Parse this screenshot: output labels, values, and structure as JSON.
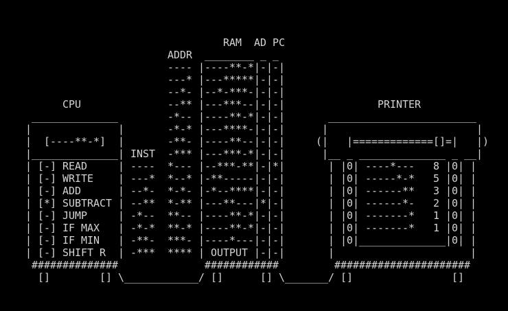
{
  "labels": {
    "ram": "RAM",
    "ad": "AD",
    "pc": "PC",
    "addr": "ADDR",
    "inst": "INST",
    "cpu": "CPU",
    "printer": "PRINTER",
    "output": "OUTPUT"
  },
  "cpu": {
    "register": "[----**-*]",
    "instructions": [
      {
        "flag": "[-]",
        "name": "READ",
        "code": "----"
      },
      {
        "flag": "[-]",
        "name": "WRITE",
        "code": "---*"
      },
      {
        "flag": "[-]",
        "name": "ADD",
        "code": "--*-"
      },
      {
        "flag": "[*]",
        "name": "SUBTRACT",
        "code": "--**"
      },
      {
        "flag": "[-]",
        "name": "JUMP",
        "code": "-*--"
      },
      {
        "flag": "[-]",
        "name": "IF MAX",
        "code": "-*-*"
      },
      {
        "flag": "[-]",
        "name": "IF MIN",
        "code": "-**-"
      },
      {
        "flag": "[-]",
        "name": "SHIFT R",
        "code": "-***"
      }
    ]
  },
  "memory": {
    "rows": [
      {
        "addr": "----",
        "ram": "----**-*",
        "ad": "-",
        "pc": "-"
      },
      {
        "addr": "---*",
        "ram": "---*****",
        "ad": "-",
        "pc": "-"
      },
      {
        "addr": "--*-",
        "ram": "--*-***-",
        "ad": "-",
        "pc": "-"
      },
      {
        "addr": "--**",
        "ram": "---***--",
        "ad": "-",
        "pc": "-"
      },
      {
        "addr": "-*--",
        "ram": "----**-*",
        "ad": "-",
        "pc": "-"
      },
      {
        "addr": "-*-*",
        "ram": "---****-",
        "ad": "-",
        "pc": "-"
      },
      {
        "addr": "-**-",
        "ram": "----**--",
        "ad": "-",
        "pc": "-"
      },
      {
        "addr": "-***",
        "ram": "---***-*",
        "ad": "-",
        "pc": "-"
      },
      {
        "addr": "*---",
        "ram": "--***-**",
        "ad": "-",
        "pc": "*"
      },
      {
        "addr": "*--*",
        "ram": "-**-----",
        "ad": "-",
        "pc": "-"
      },
      {
        "addr": "*-*-",
        "ram": "-*--****",
        "ad": "-",
        "pc": "-"
      },
      {
        "addr": "*-**",
        "ram": "---**---",
        "ad": "*",
        "pc": "-"
      },
      {
        "addr": "**--",
        "ram": "----**-*",
        "ad": "-",
        "pc": "-"
      },
      {
        "addr": "**-*",
        "ram": "----**-*",
        "ad": "-",
        "pc": "-"
      },
      {
        "addr": "***-",
        "ram": "----*---",
        "ad": "-",
        "pc": "-"
      },
      {
        "addr": "****",
        "ram": null,
        "ad": "-",
        "pc": "-"
      }
    ]
  },
  "printer": {
    "paper": "=============[]=",
    "rows": [
      {
        "left": "0",
        "bits": "----*---",
        "value": "8",
        "right": "0"
      },
      {
        "left": "0",
        "bits": "-----*-*",
        "value": "5",
        "right": "0"
      },
      {
        "left": "0",
        "bits": "------**",
        "value": "3",
        "right": "0"
      },
      {
        "left": "0",
        "bits": "------*-",
        "value": "2",
        "right": "0"
      },
      {
        "left": "0",
        "bits": "-------*",
        "value": "1",
        "right": "0"
      },
      {
        "left": "0",
        "bits": "-------*",
        "value": "1",
        "right": "0"
      },
      {
        "left": "0",
        "right": "0"
      }
    ]
  },
  "art": {
    "pipe": "|",
    "tick": "_",
    "lparen": "(",
    "rparen": ")",
    "backslash": "\\",
    "slash": "/",
    "foot": "[]",
    "cpu_rule": "______________",
    "ram_rule": "________",
    "tray_rule": "______________",
    "printer_top": "________________________",
    "printer_bottom": "__ _ ______________ _ __",
    "cpu_base": "##############",
    "ram_base": "############",
    "printer_base": "######################",
    "left_conn": "____________",
    "right_conn": "_______"
  },
  "colors": {
    "background": "#000000",
    "text": "#d4d4d4"
  }
}
